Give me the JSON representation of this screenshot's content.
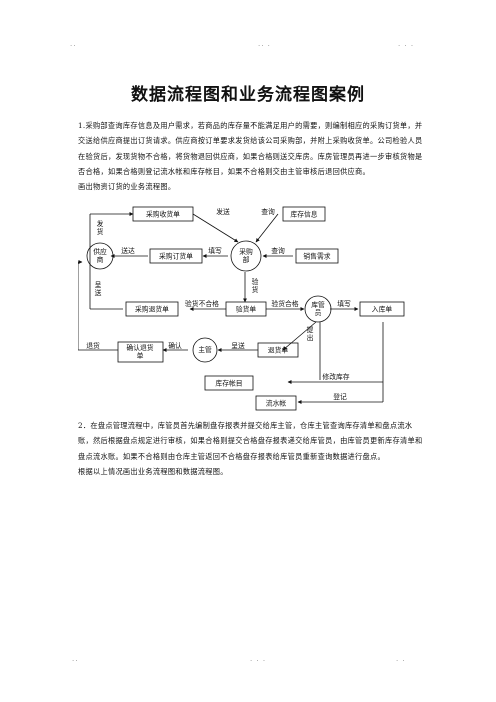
{
  "header": {
    "dots_left": "..",
    "dots_mid": "..  .",
    "dots_right": ".  .  ."
  },
  "footer": {
    "dots_left": "..",
    "dots_mid": ".   .   .",
    "dots_right": ".   ."
  },
  "title": "数据流程图和业务流程图案例",
  "section1": {
    "text": "1.采购部查询库存信息及用户需求，若商品的库存量不能满足用户的需要，则编制相应的采购订货单，并交送给供应商提出订货请求。供应商按订单要求发货给该公司采购部，并附上采购收货单。公司检验人员在验货后，发现货物不合格，将货物退回供应商，如果合格则送交库房。库房管理员再进一步审核货物是否合格，如果合格则登记流水帐和库存帐目，如果不合格则交由主管审核后退回供应商。",
    "caption": "画出物资订货的业务流程图。"
  },
  "diagram": {
    "nodes": {
      "gys": [
        "供应",
        "商"
      ],
      "cgb": [
        "采购",
        "部"
      ],
      "kgy": [
        "库管",
        "员"
      ],
      "zg": "主管",
      "shd": "采购收货单",
      "kcxx": "库存信息",
      "dhd": "采购订货单",
      "xsxq": "销售需求",
      "thd": "采购退货单",
      "yhd": "验货单",
      "rkd": "入库单",
      "qrthd": [
        "确认退货",
        "单"
      ],
      "shd2": "退货单",
      "kczm": "库存帐目",
      "lsz": "流水帐"
    },
    "labels": {
      "fh": [
        "发",
        "货"
      ],
      "fs": "发送",
      "cx1": "查询",
      "sd": "送达",
      "tx1": "填写",
      "cx2": "查询",
      "yh": [
        "验",
        "货"
      ],
      "cs": [
        "呈",
        "送"
      ],
      "yhbhg": "验货不合格",
      "yhhg": "验货合格",
      "tx2": "填写",
      "tq": [
        "提",
        "出"
      ],
      "th": "退货",
      "qr": "确认",
      "cs2": "呈送",
      "xgkc": "修改库存",
      "dj": "登记"
    }
  },
  "section2": {
    "text": "2．在盘点管理流程中，库管员首先编制盘存报表并提交给库主管，仓库主管查询库存清单和盘点流水账，然后根据盘点规定进行审核，如果合格则提交合格盘存报表递交给库管员，由库管员更新库存清单和盘点流水账。如果不合格则由仓库主管返回不合格盘存报表给库管员重新查询数据进行盘点。",
    "caption": "根据以上情况画出业务流程图和数据流程图。"
  }
}
